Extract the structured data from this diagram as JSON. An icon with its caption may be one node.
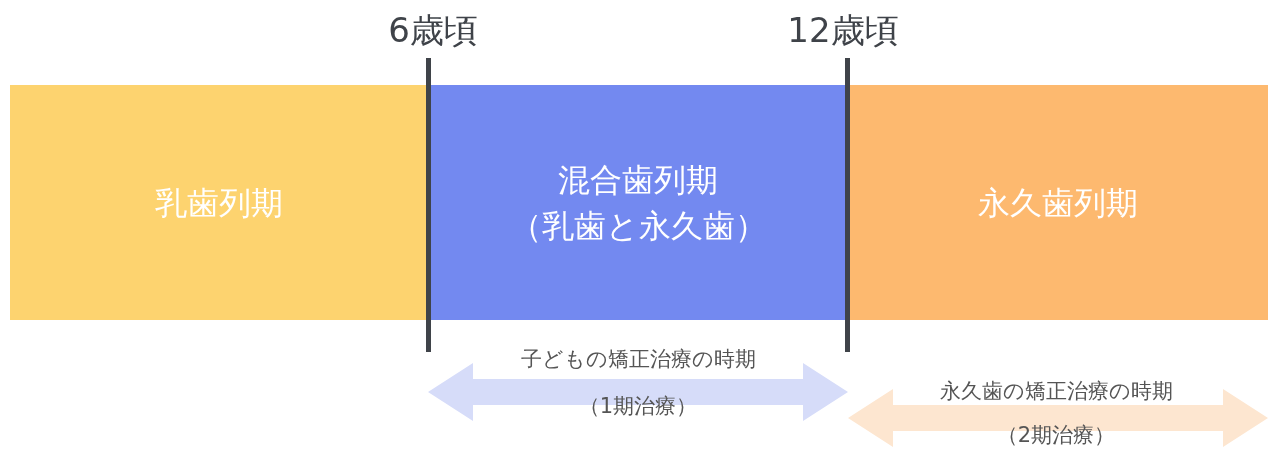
{
  "diagram": {
    "nodes": [
      {
        "text": [
          "乳歯列期"
        ]
      },
      {
        "text": [
          "混合歯列期",
          "（乳歯と永久歯）"
        ]
      },
      {
        "text": [
          "永久歯列期"
        ]
      }
    ],
    "labels": [
      "6歳頃",
      "12歳頃",
      "子どもの矯正治療の時期",
      "（1期治療）",
      "永久歯の矯正治療の時期",
      "（2期治療）"
    ]
  }
}
